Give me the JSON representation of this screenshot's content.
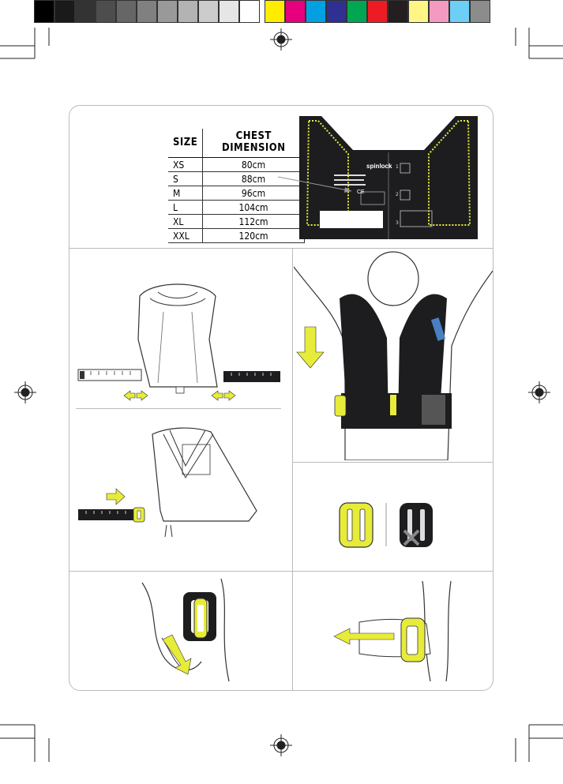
{
  "print_marks": {
    "color_bar": [
      "#000000",
      "#1a1a1a",
      "#333333",
      "#4d4d4d",
      "#666666",
      "#808080",
      "#999999",
      "#b3b3b3",
      "#cccccc",
      "#e6e6e6",
      "#ffffff",
      "#ffed00",
      "#e6007e",
      "#00a0e3",
      "#2e3192",
      "#00a651",
      "#ed1c24",
      "#231f20",
      "#fff685",
      "#f49ac1",
      "#6dcff6",
      "#8c8c8c"
    ]
  },
  "size_chart": {
    "header_size": "SIZE",
    "header_dimension": "CHEST DIMENSION",
    "rows": [
      {
        "size": "XS",
        "chest": "80cm"
      },
      {
        "size": "S",
        "chest": "88cm"
      },
      {
        "size": "M",
        "chest": "96cm"
      },
      {
        "size": "L",
        "chest": "104cm"
      },
      {
        "size": "XL",
        "chest": "112cm"
      },
      {
        "size": "XXL",
        "chest": "120cm"
      }
    ]
  },
  "label": {
    "brand": "spinlock",
    "ce_mark": "CE",
    "steps": [
      "1",
      "2",
      "3"
    ]
  },
  "colors": {
    "accent": "#e7ec3a",
    "harness": "#1d1d1f",
    "line": "#333333"
  }
}
